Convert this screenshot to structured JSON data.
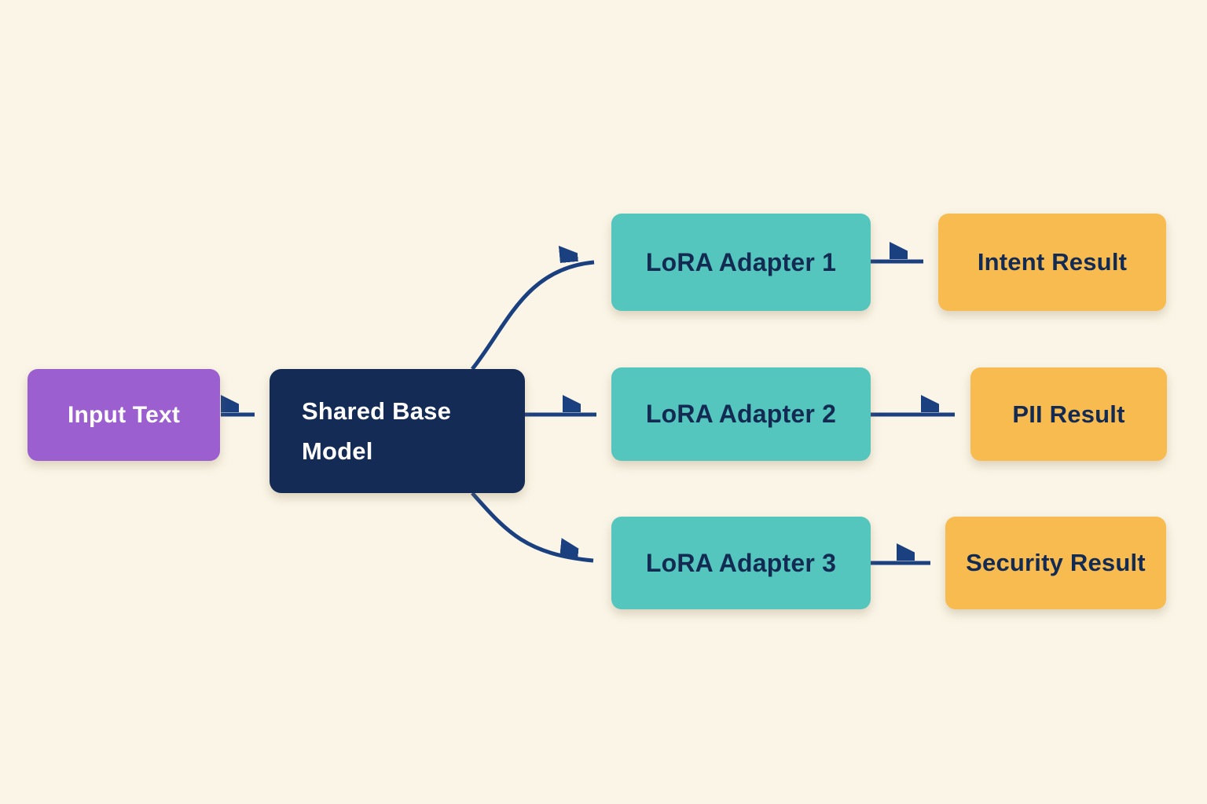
{
  "diagram": {
    "type": "flowchart",
    "background_color": "#FAF5E7",
    "edge_color": "#1B4080",
    "nodes": {
      "input_text": {
        "label": "Input Text",
        "fill": "#9C5FD0",
        "text_color": "#FFFFFF"
      },
      "shared_base_model": {
        "label": "Shared Base Model",
        "fill": "#142C55",
        "text_color": "#FFFFFF"
      },
      "lora_adapter_1": {
        "label": "LoRA Adapter 1",
        "fill": "#54C6BE",
        "text_color": "#132B52"
      },
      "lora_adapter_2": {
        "label": "LoRA Adapter 2",
        "fill": "#54C6BE",
        "text_color": "#132B52"
      },
      "lora_adapter_3": {
        "label": "LoRA Adapter 3",
        "fill": "#54C6BE",
        "text_color": "#132B52"
      },
      "intent_result": {
        "label": "Intent Result",
        "fill": "#F8BB50",
        "text_color": "#132B52"
      },
      "pii_result": {
        "label": "PII Result",
        "fill": "#F8BB50",
        "text_color": "#132B52"
      },
      "security_result": {
        "label": "Security Result",
        "fill": "#F8BB50",
        "text_color": "#132B52"
      }
    },
    "edges": [
      {
        "from": "input_text",
        "to": "shared_base_model"
      },
      {
        "from": "shared_base_model",
        "to": "lora_adapter_1"
      },
      {
        "from": "shared_base_model",
        "to": "lora_adapter_2"
      },
      {
        "from": "shared_base_model",
        "to": "lora_adapter_3"
      },
      {
        "from": "lora_adapter_1",
        "to": "intent_result"
      },
      {
        "from": "lora_adapter_2",
        "to": "pii_result"
      },
      {
        "from": "lora_adapter_3",
        "to": "security_result"
      }
    ]
  }
}
